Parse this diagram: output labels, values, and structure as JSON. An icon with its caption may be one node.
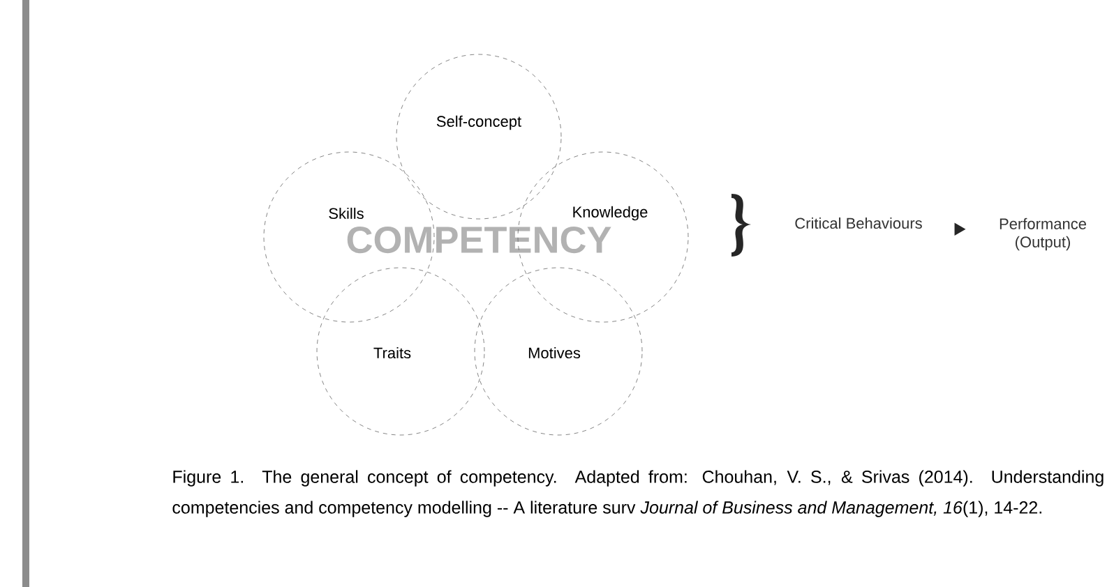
{
  "diagram": {
    "caption": "Figure 1. The general concept of competency. Adapted from: Chouhan, V. S., & Srivas (2014). Understanding competencies and competency modelling -- A literature surv *Journal of Business and Management, 16*(1), 14-22.",
    "nodes": [
      {
        "text": [
          "Self-concept"
        ]
      },
      {
        "text": [
          "Skills"
        ]
      },
      {
        "text": [
          "Knowledge"
        ]
      },
      {
        "text": [
          "Traits"
        ]
      },
      {
        "text": [
          "Motives"
        ]
      },
      {
        "text": [
          "Critical Behaviours"
        ]
      },
      {
        "text": [
          "Performance (Output)"
        ]
      }
    ],
    "edges": [
      {
        "from": 5,
        "to": 6,
        "arrow": "to"
      }
    ],
    "labels": [
      "COMPETENCY"
    ]
  }
}
